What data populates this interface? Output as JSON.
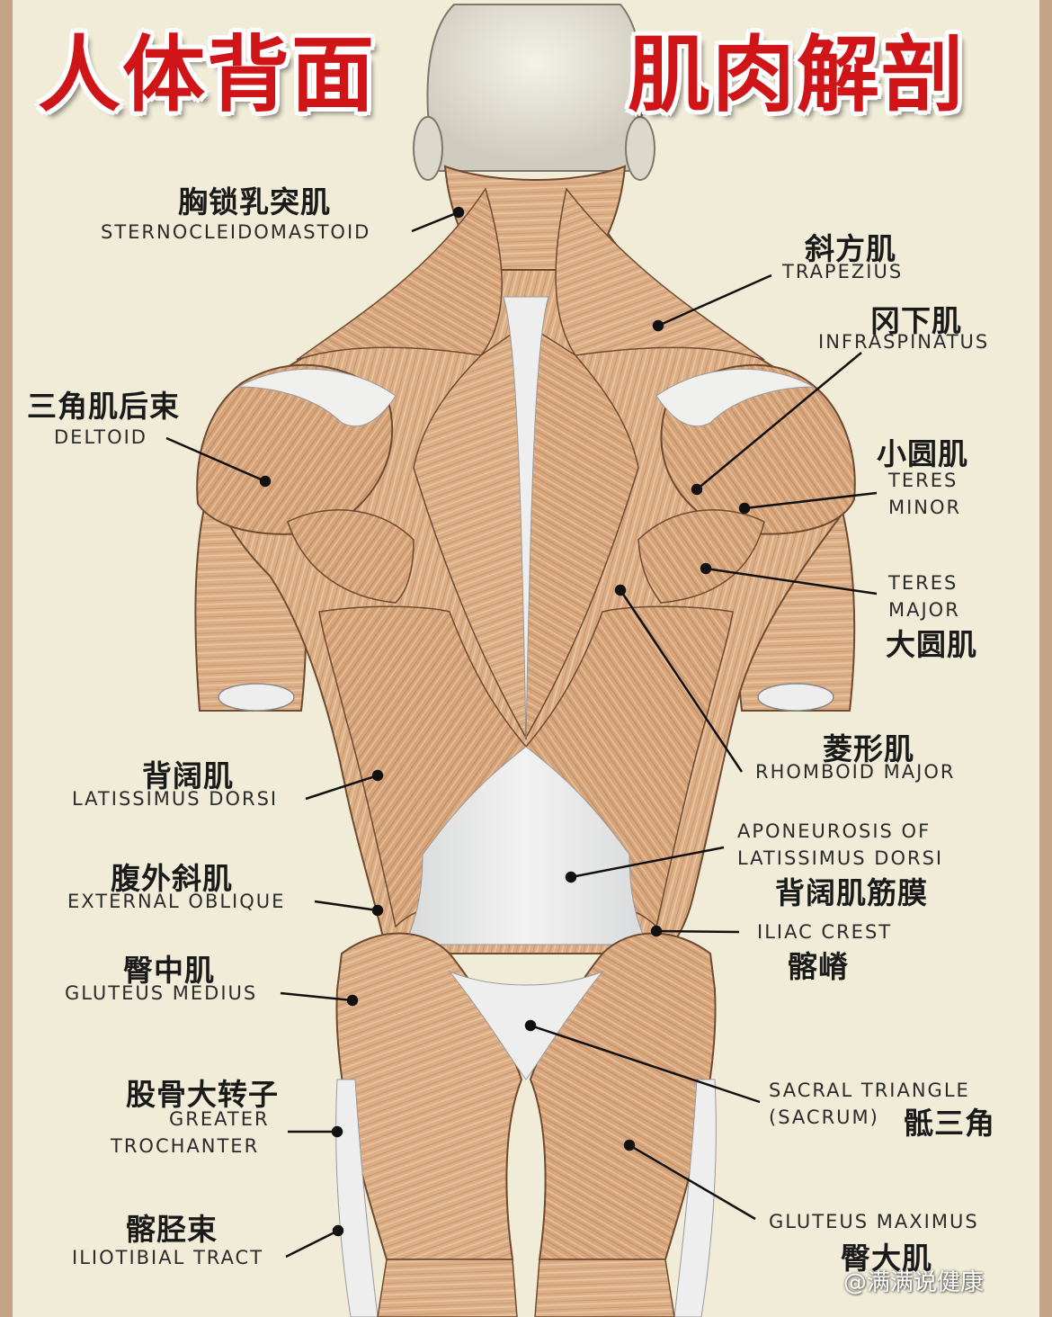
{
  "title": {
    "left": "人体背面",
    "right": "肌肉解剖"
  },
  "labels": {
    "sternocleidomastoid": {
      "zh": "胸锁乳突肌",
      "en": "STERNOCLEIDOMASTOID"
    },
    "trapezius": {
      "zh": "斜方肌",
      "en": "TRAPEZIUS"
    },
    "infraspinatus": {
      "zh": "冈下肌",
      "en": "INFRASPINATUS"
    },
    "deltoid": {
      "zh": "三角肌后束",
      "en": "DELTOID"
    },
    "teres_minor": {
      "zh": "小圆肌",
      "en1": "TERES",
      "en2": "MINOR"
    },
    "teres_major": {
      "zh": "大圆肌",
      "en1": "TERES",
      "en2": "MAJOR"
    },
    "rhomboid": {
      "zh": "菱形肌",
      "en": "RHOMBOID MAJOR"
    },
    "latissimus": {
      "zh": "背阔肌",
      "en": "LATISSIMUS DORSI"
    },
    "aponeurosis": {
      "zh": "背阔肌筋膜",
      "en1": "APONEUROSIS OF",
      "en2": "LATISSIMUS DORSI"
    },
    "external_oblique": {
      "zh": "腹外斜肌",
      "en": "EXTERNAL OBLIQUE"
    },
    "iliac_crest": {
      "zh": "髂嵴",
      "en": "ILIAC CREST"
    },
    "gluteus_medius": {
      "zh": "臀中肌",
      "en": "GLUTEUS MEDIUS"
    },
    "greater_trochanter": {
      "zh": "股骨大转子",
      "en1": "GREATER",
      "en2": "TROCHANTER"
    },
    "sacral_triangle": {
      "zh": "骶三角",
      "en1": "SACRAL TRIANGLE",
      "en2": "(SACRUM)"
    },
    "iliotibial": {
      "zh": "髂胫束",
      "en": "ILIOTIBIAL TRACT"
    },
    "gluteus_maximus": {
      "zh": "臀大肌",
      "en": "GLUTEUS MAXIMUS"
    }
  },
  "watermark": "@满满说健康",
  "colors": {
    "title_red": "#cf1518",
    "muscle": "#d9ab82",
    "muscle_dark": "#b07a52",
    "paper": "#f1ecd8",
    "fascia": "#e7e8e9"
  }
}
